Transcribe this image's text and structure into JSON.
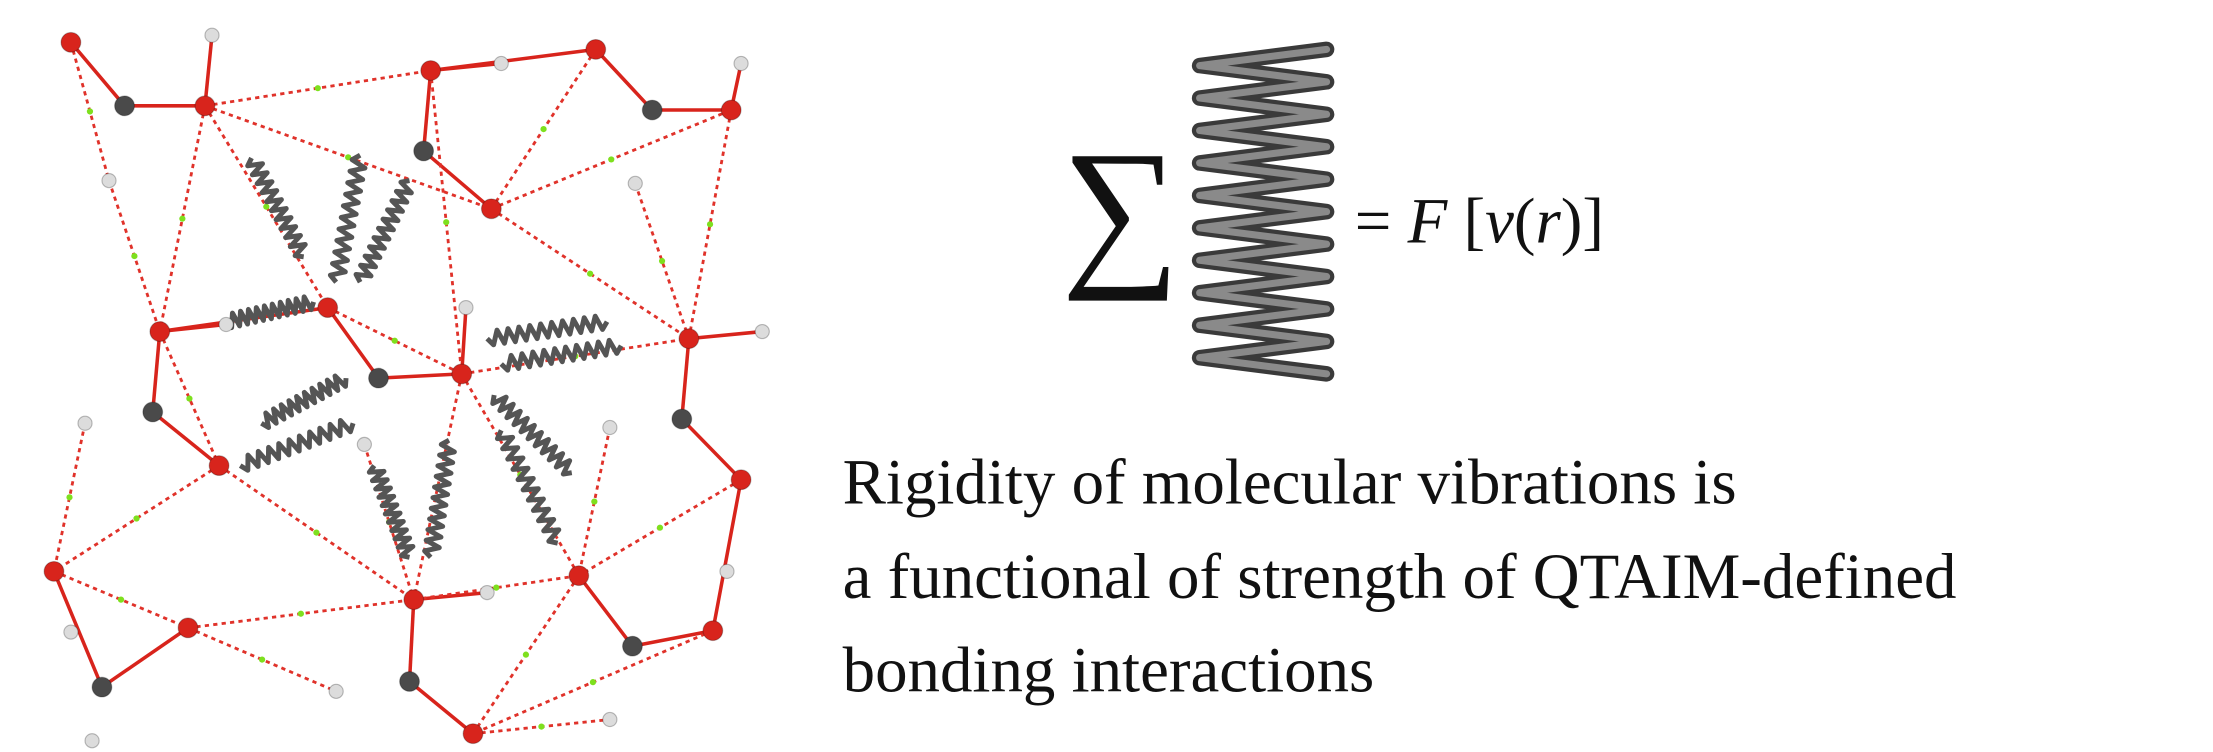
{
  "formula": {
    "sum_symbol": "∑",
    "rhs_prefix": "= ",
    "functional": "F",
    "rhs_open": " [",
    "potential": "v",
    "arg_open": "(",
    "arg": "r",
    "arg_close": ")",
    "rhs_close": "]"
  },
  "caption": {
    "lines": [
      "Rigidity of molecular vibrations is",
      "a functional of strength of QTAIM-defined",
      "bonding interactions"
    ]
  },
  "colors": {
    "oxygen": "#d8241c",
    "carbon": "#4a4a4a",
    "hydrogen": "#dcdcdc",
    "hbond": "#e0322a",
    "critical_point": "#7ee01e",
    "spring": "#555555"
  }
}
